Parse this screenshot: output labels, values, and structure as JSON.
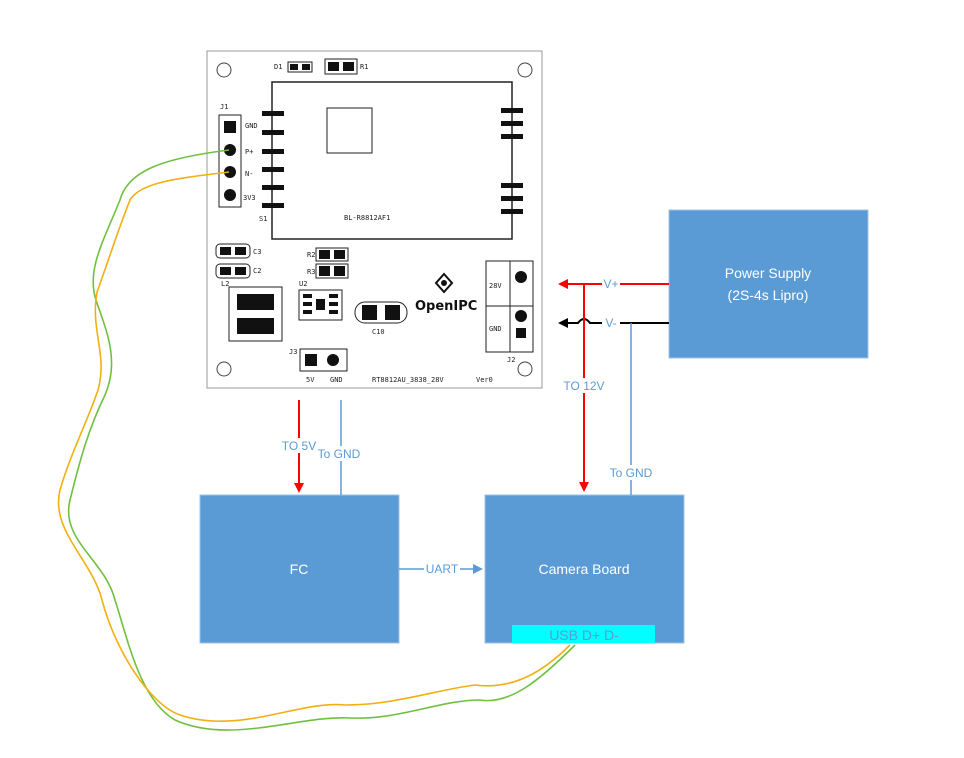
{
  "pcb": {
    "components": {
      "d1": "D1",
      "r1": "R1",
      "j1": "J1",
      "j1_pins": [
        "GND",
        "P+",
        "N-",
        "3V3"
      ],
      "s1": "S1",
      "c3": "C3",
      "c2": "C2",
      "l2": "L2",
      "r2": "R2",
      "r3": "R3",
      "u2": "U2",
      "c10": "C10",
      "j3": "J3",
      "j3_pins": [
        "5V",
        "GND"
      ],
      "j2": "J2",
      "j2_pins": [
        "28V",
        "GND"
      ]
    },
    "module_label": "BL-R8812AF1",
    "logo": "OpenIPC",
    "board_name": "RT8812AU_3838_28V",
    "version": "Ver0"
  },
  "blocks": {
    "fc": "FC",
    "camera": "Camera Board",
    "usb": "USB D+ D-",
    "power_line1": "Power Supply",
    "power_line2": "(2S-4s Lipro)"
  },
  "wire_labels": {
    "to_5v": "TO 5V",
    "to_gnd_fc": "To GND",
    "uart": "UART",
    "to_12v": "TO 12V",
    "to_gnd_cam": "To GND",
    "v_plus": "V+",
    "v_minus": "V-"
  },
  "colors": {
    "block_fill": "#5b9bd5",
    "usb_fill": "#00ffff",
    "red_wire": "#ff0000",
    "blue_wire": "#5b9bd5",
    "green_wire": "#70c040",
    "yellow_wire": "#f0b010"
  }
}
